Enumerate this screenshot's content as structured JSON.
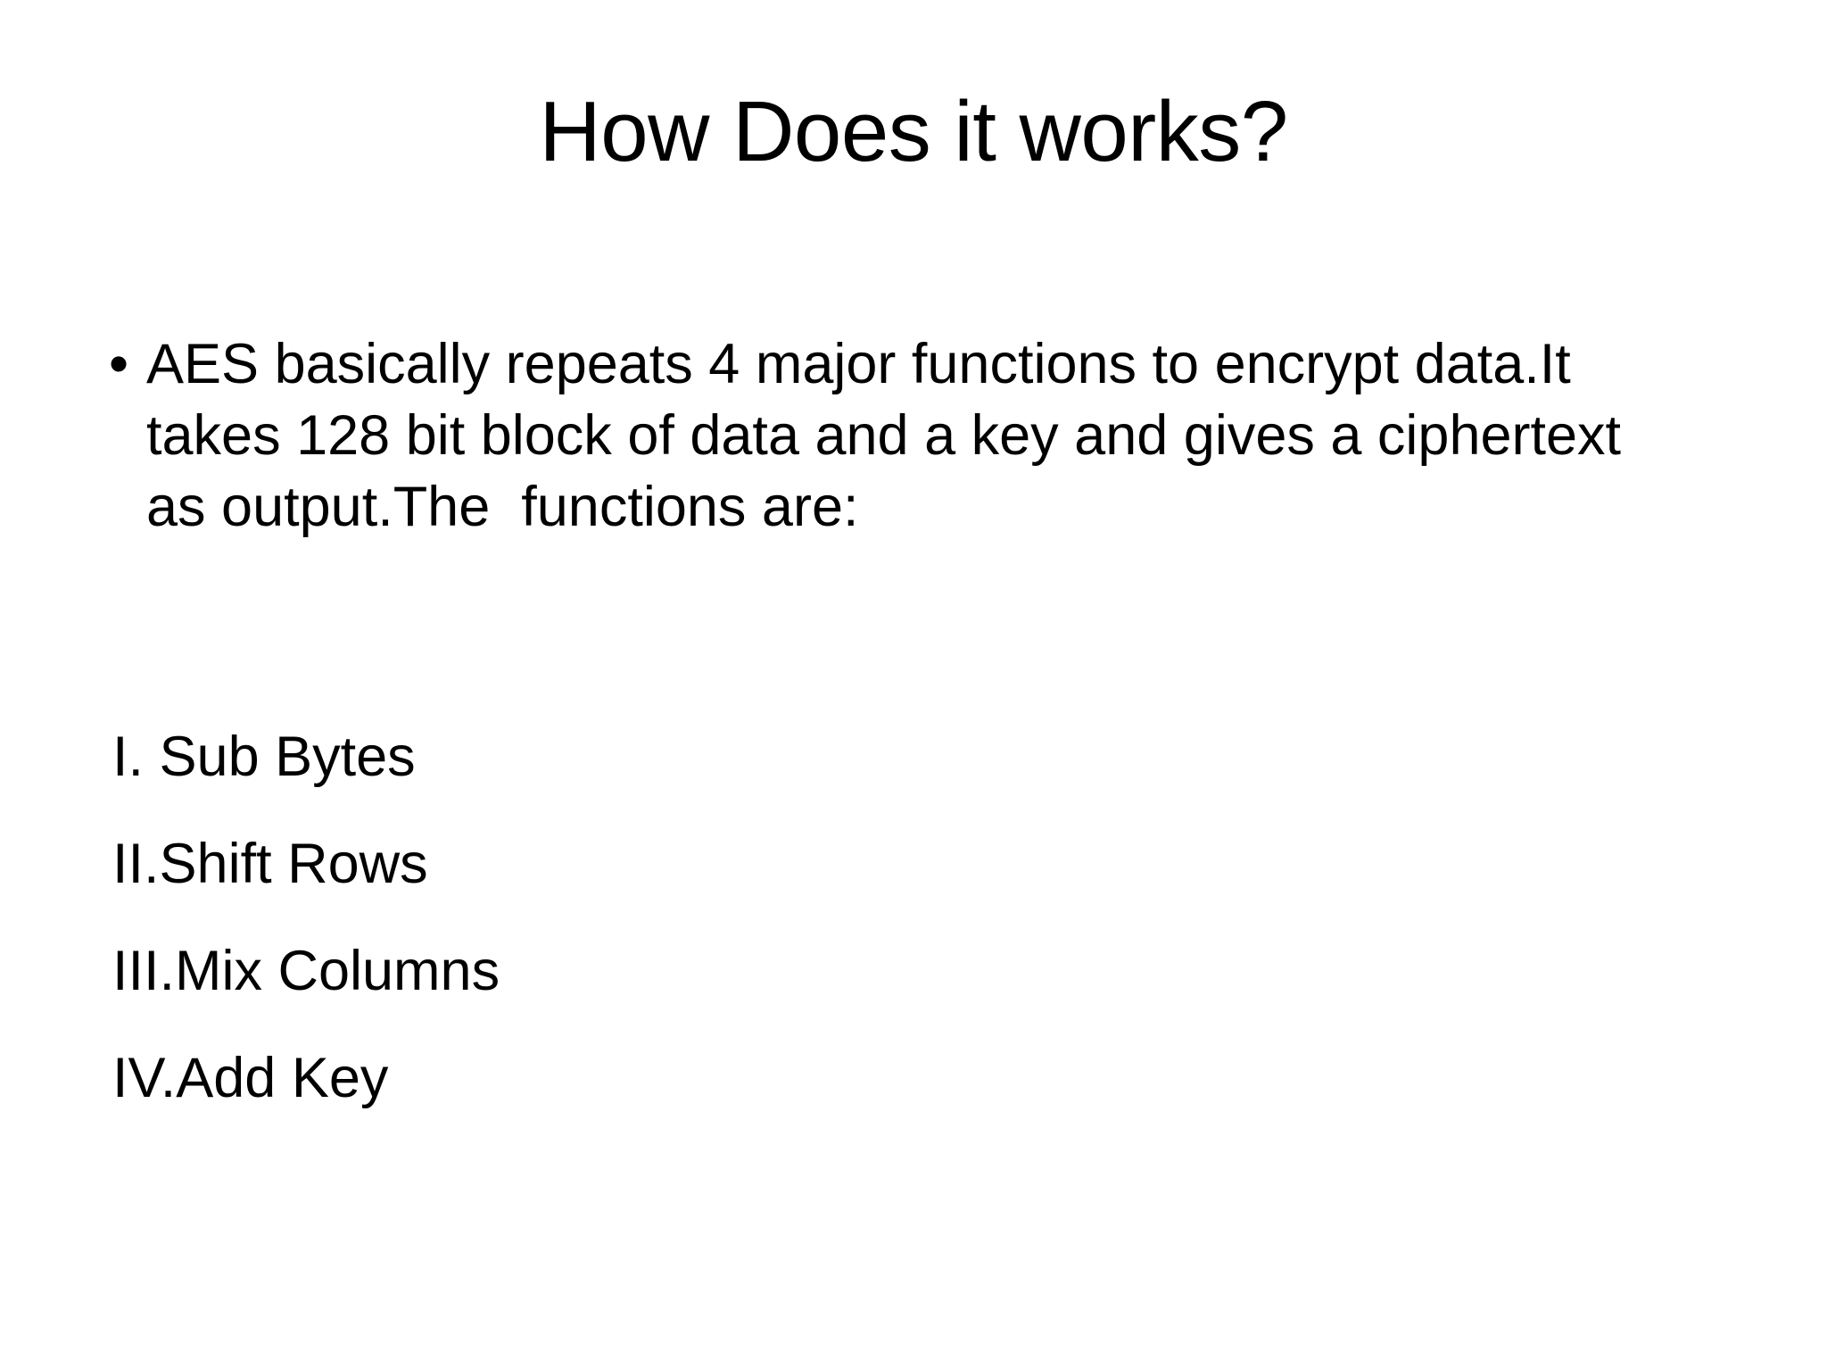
{
  "slide": {
    "background_color": "#ffffff",
    "text_color": "#000000",
    "title": "How Does it works?",
    "body": {
      "bullet_marker": "•",
      "paragraph": "AES basically repeats 4 major functions to encrypt data.It takes 128 bit block of data and a key and gives a ciphertext as output.The  functions are:",
      "paragraph_lines": [
        "AES basically repeats 4 major functions to encrypt",
        "data.It takes 128 bit block of data and a key and",
        "gives a ciphertext as output.The  functions are:"
      ]
    },
    "function_list": [
      {
        "numeral": "I.",
        "label": "I. Sub Bytes",
        "name": "Sub Bytes"
      },
      {
        "numeral": "II.",
        "label": "II.Shift Rows",
        "name": "Shift Rows"
      },
      {
        "numeral": "III.",
        "label": "III.Mix Columns",
        "name": "Mix Columns"
      },
      {
        "numeral": "IV.",
        "label": "IV.Add Key",
        "name": "Add Key"
      }
    ]
  }
}
